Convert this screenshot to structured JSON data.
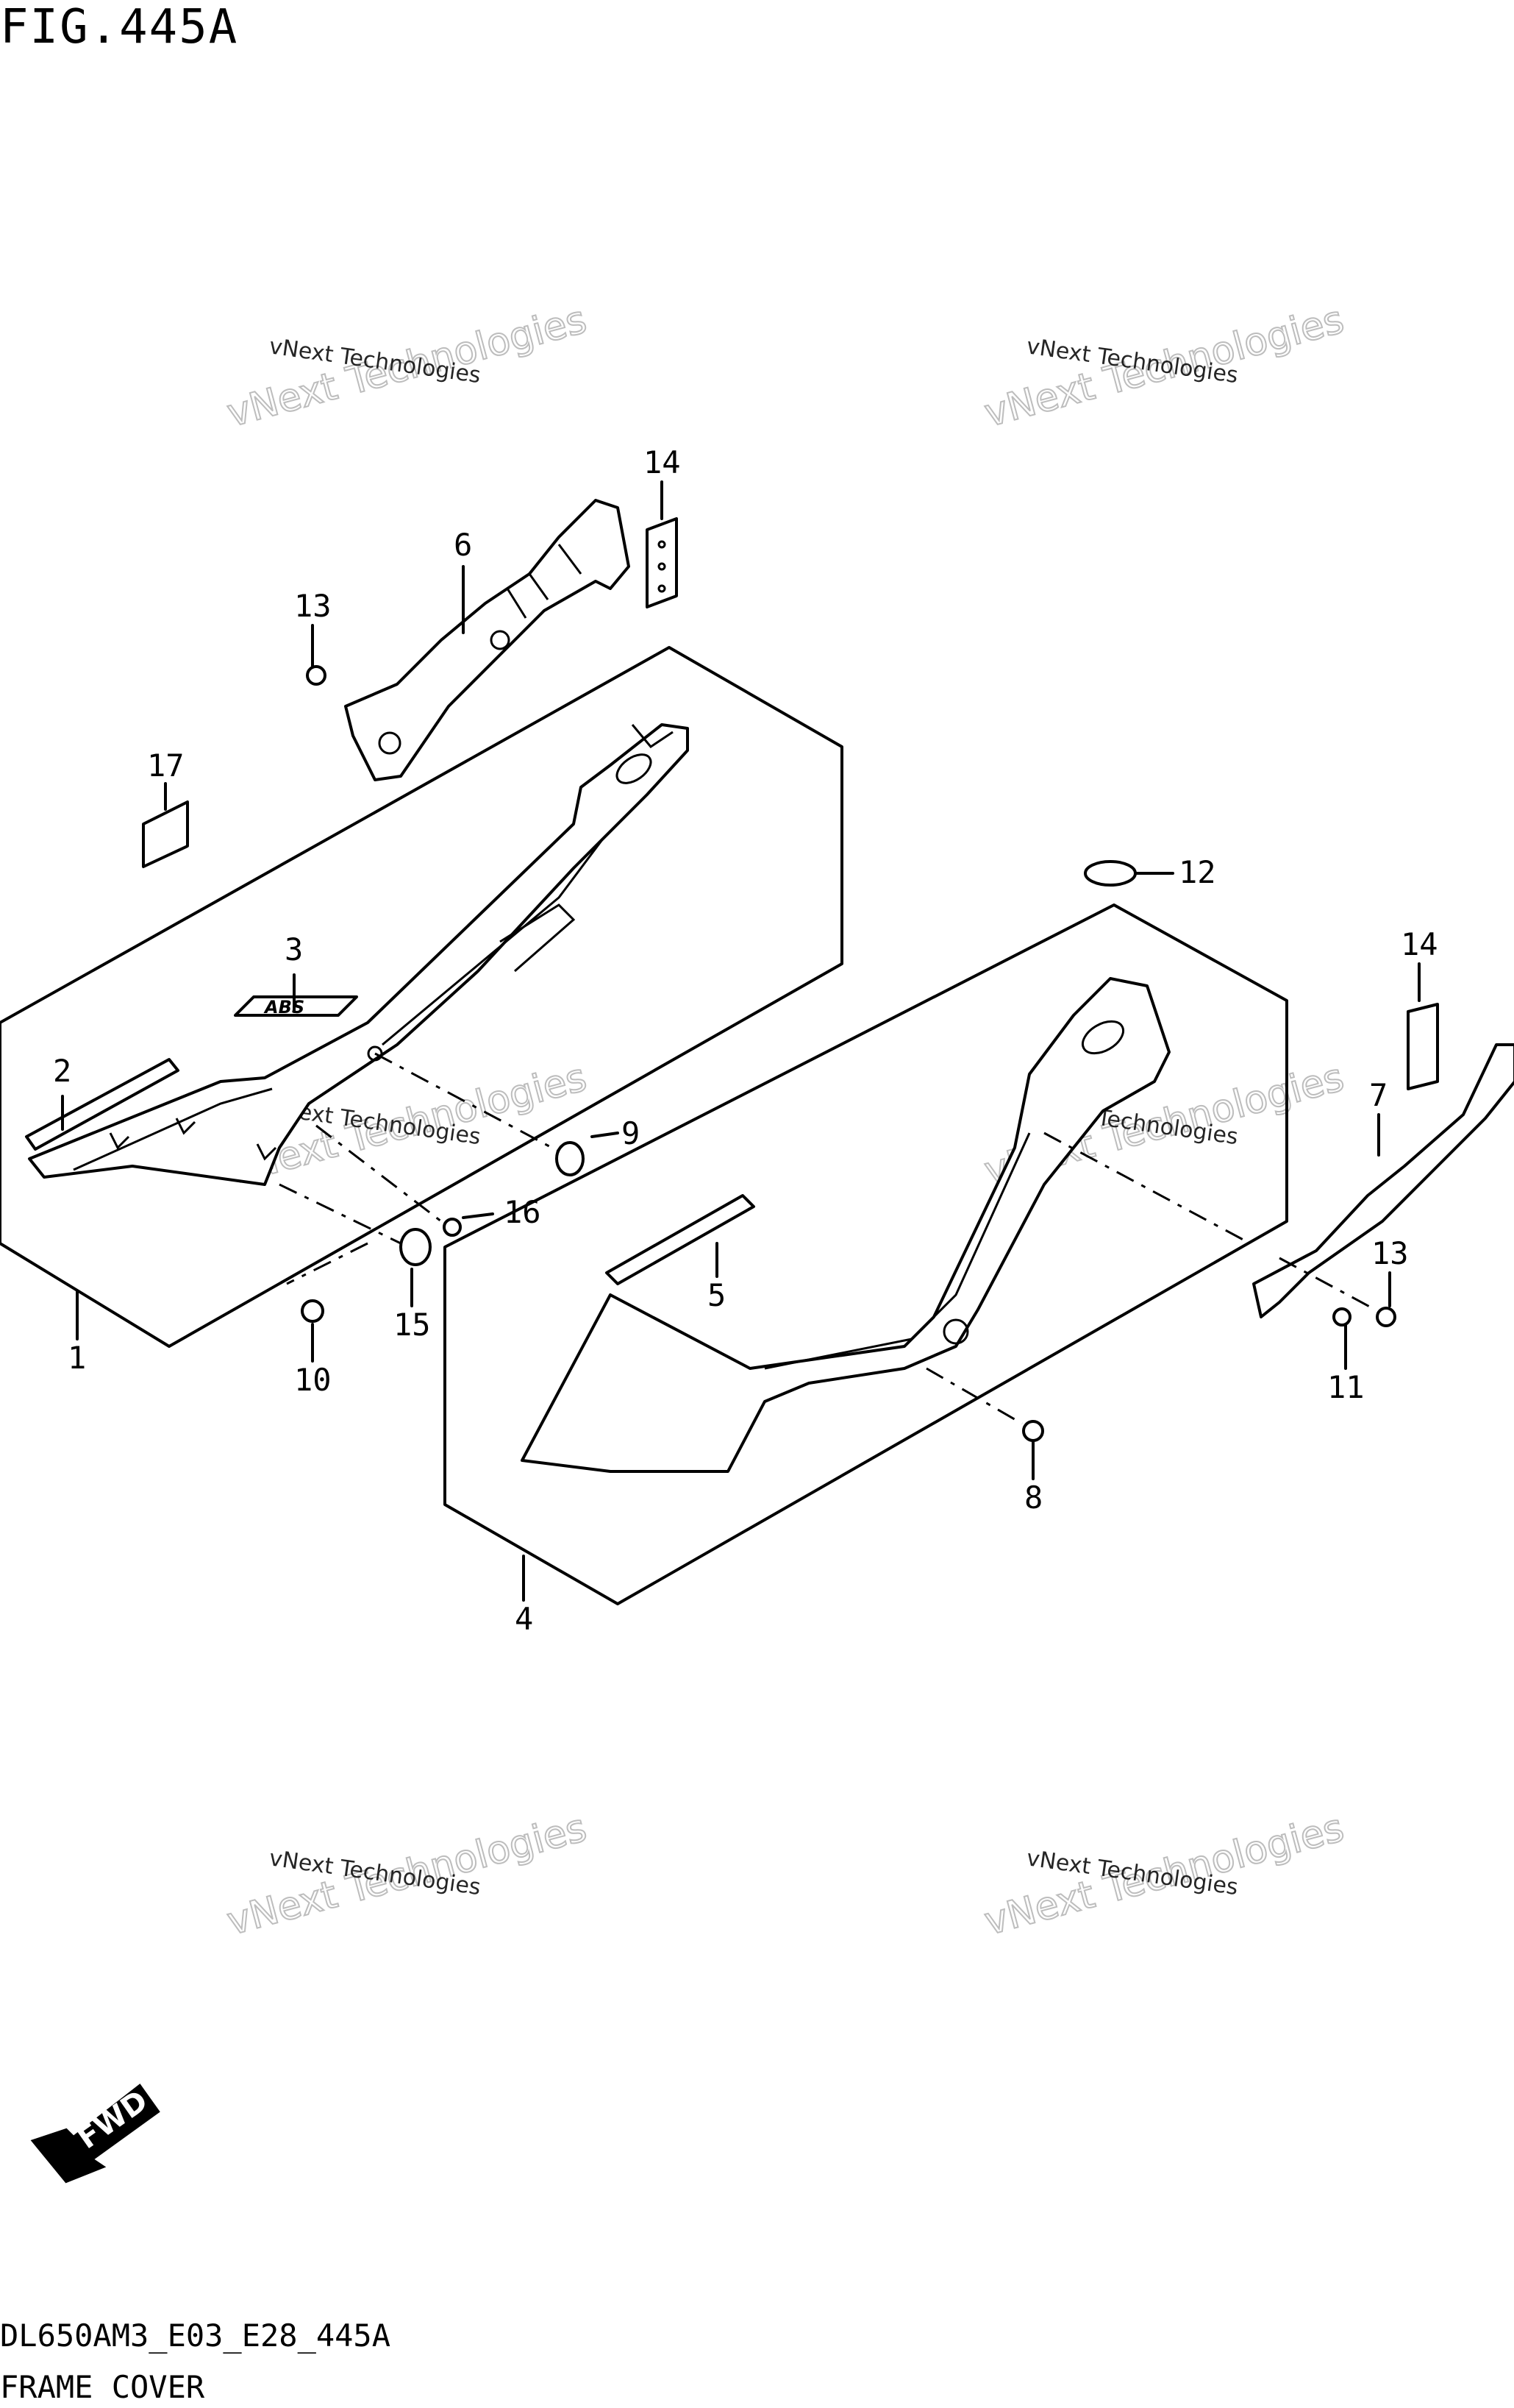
{
  "figure": {
    "title": "FIG.445A",
    "model_code": "DL650AM3_E03_E28_445A",
    "name": "FRAME COVER"
  },
  "callouts": [
    "1",
    "2",
    "3",
    "4",
    "5",
    "6",
    "7",
    "8",
    "9",
    "10",
    "11",
    "12",
    "13",
    "13",
    "14",
    "14",
    "15",
    "16",
    "17"
  ],
  "badge": {
    "text": "ABS"
  },
  "direction": {
    "label": "FWD"
  },
  "watermark": {
    "line1": "vNext Technologies",
    "line2": "vNext Technologies"
  }
}
